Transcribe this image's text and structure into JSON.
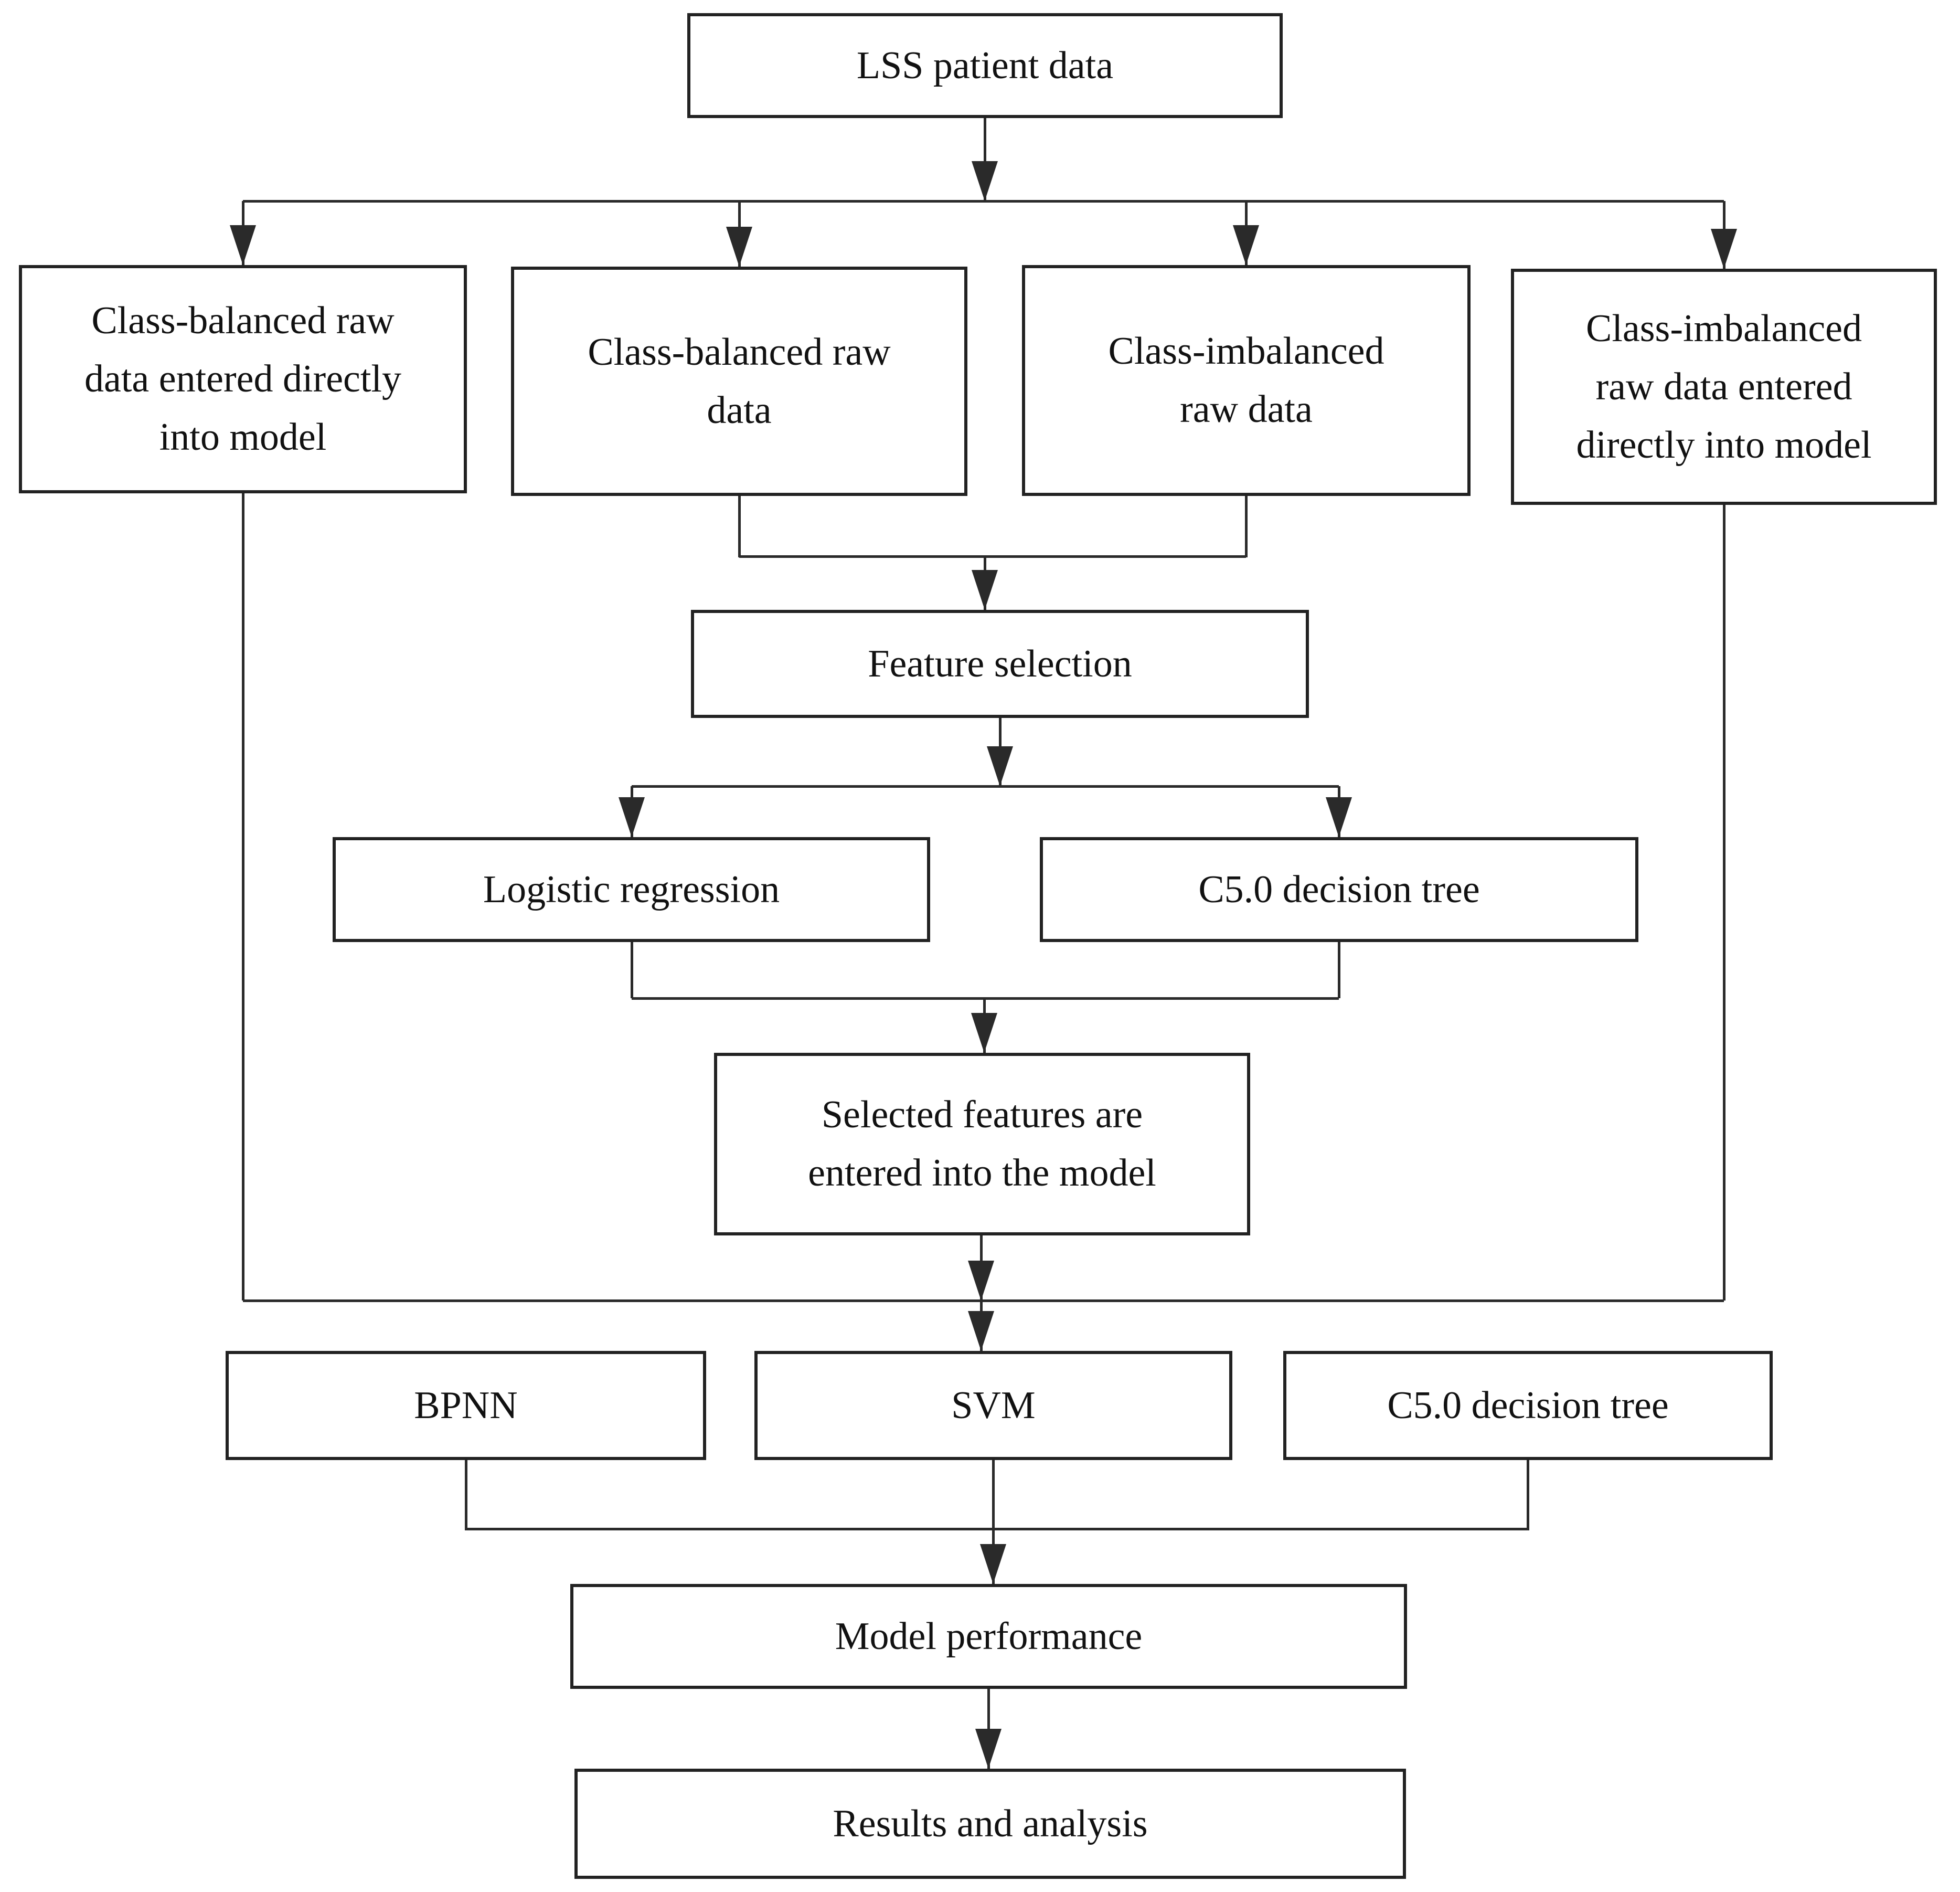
{
  "diagram": {
    "type": "flowchart",
    "nodes": {
      "lss": {
        "label": "LSS patient data"
      },
      "balanced_direct": {
        "label": "Class-balanced raw\ndata entered directly\ninto model"
      },
      "balanced_raw": {
        "label": "Class-balanced raw\ndata"
      },
      "imbalanced_raw": {
        "label": "Class-imbalanced\nraw data"
      },
      "imbalanced_direct": {
        "label": "Class-imbalanced\nraw data entered\ndirectly into model"
      },
      "feature_selection": {
        "label": "Feature selection"
      },
      "logistic_regression": {
        "label": "Logistic regression"
      },
      "c50_feature": {
        "label": "C5.0 decision tree"
      },
      "selected_features": {
        "label": "Selected features are\nentered into the model"
      },
      "bpnn": {
        "label": "BPNN"
      },
      "svm": {
        "label": "SVM"
      },
      "c50_model": {
        "label": "C5.0 decision tree"
      },
      "model_performance": {
        "label": "Model performance"
      },
      "results": {
        "label": "Results and analysis"
      }
    },
    "colors": {
      "line": "#2a2a2a",
      "border": "#222222",
      "fill": "#ffffff",
      "text": "#111111",
      "background": "#ffffff"
    }
  }
}
